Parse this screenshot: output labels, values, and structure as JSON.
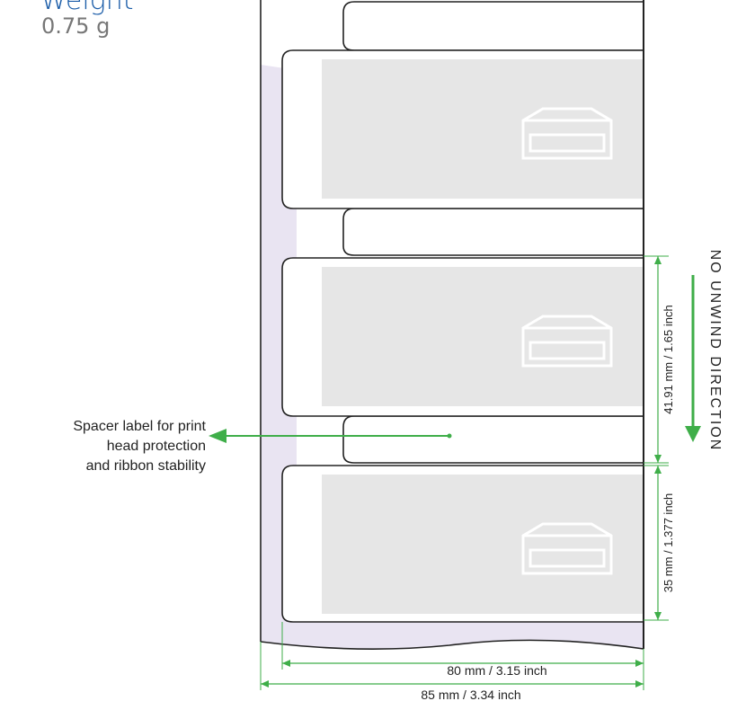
{
  "heading": "Weight",
  "weight_value": "0.75 g",
  "callout": {
    "lines": [
      "Spacer label for print",
      "head protection",
      "and ribbon stability"
    ]
  },
  "dimensions": {
    "label_pitch": "41.91 mm / 1.65 inch",
    "label_height": "35 mm / 1.377 inch",
    "label_width": "80 mm / 3.15 inch",
    "liner_width": "85 mm / 3.34 inch"
  },
  "side_text": "NO UNWIND DIRECTION",
  "colors": {
    "dimension_green": "#3fae49",
    "liner_tint": "#e9e4f2",
    "print_area_gray": "#e6e6e6",
    "heading_blue": "#1a5ca8"
  },
  "icons": [
    "printer-icon",
    "unwind-direction-arrow-icon"
  ]
}
